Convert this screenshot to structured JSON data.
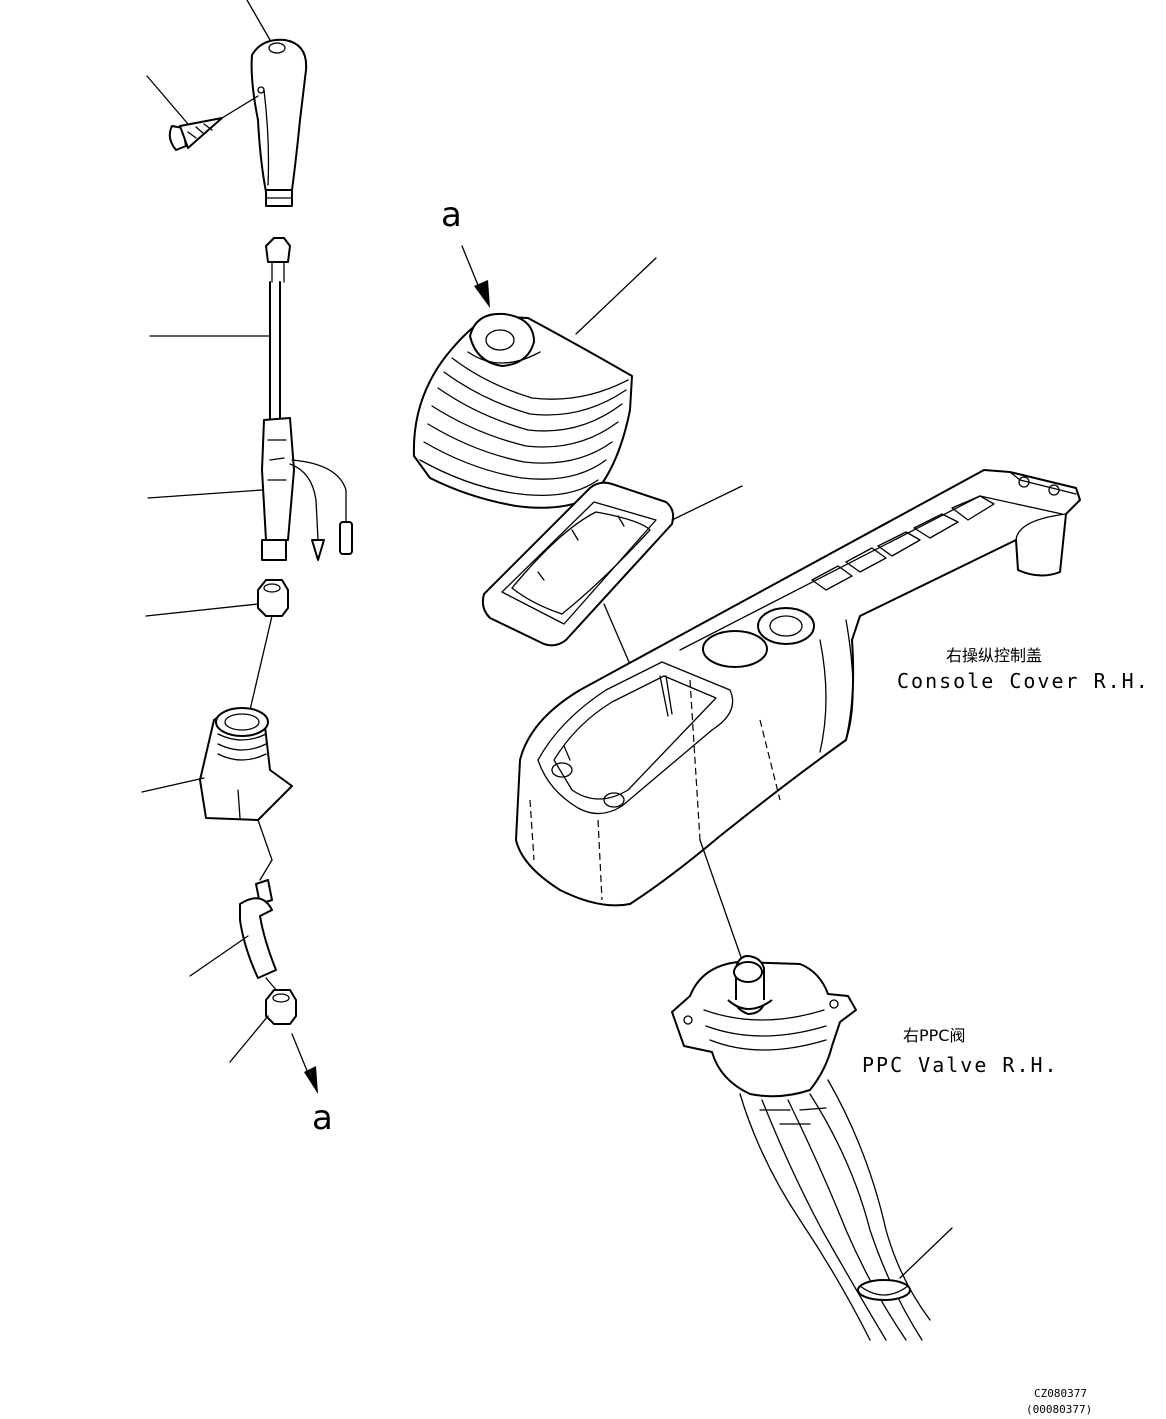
{
  "labels": {
    "console_cover_cn": "右操纵控制盖",
    "console_cover_en": "Console Cover R.H.",
    "ppc_valve_cn": "右PPC阀",
    "ppc_valve_en": "PPC Valve R.H.",
    "ref_a_top": "a",
    "ref_a_bottom": "a",
    "drawing_code": "CZ080377",
    "drawing_code_paren": "(00080377)"
  }
}
